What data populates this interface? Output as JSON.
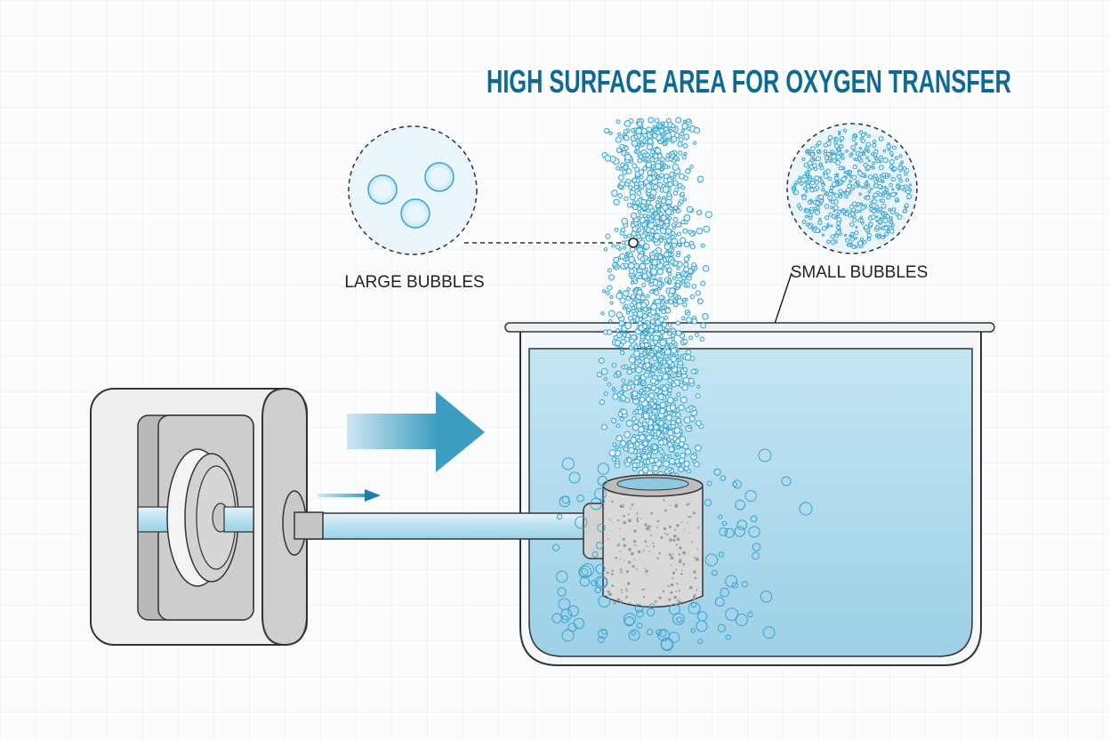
{
  "title": "HIGH SURFACE AREA FOR OXYGEN TRANSFER",
  "labels": {
    "large_bubbles": "LARGE BUBBLES",
    "small_bubbles": "SMALL BUBBLES"
  },
  "colors": {
    "title": "#0d6a96",
    "water": "#aad9ec",
    "bubble": "#3aa3cf",
    "tube": "#bfe3f2",
    "pump": "#d8d8d8",
    "stone": "#d9d9d9"
  }
}
